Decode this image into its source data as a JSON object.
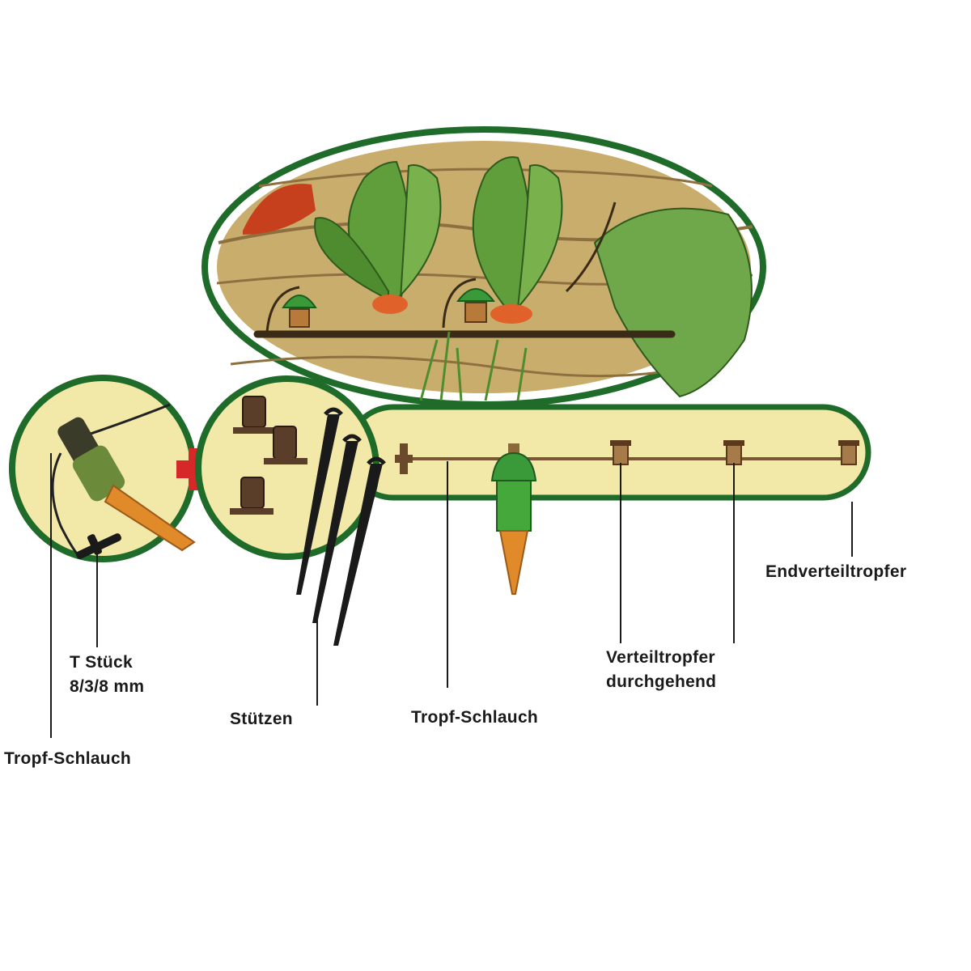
{
  "labels": {
    "t_stueck_line1": "T Stück",
    "t_stueck_line2": "8/3/8 mm",
    "tropf_schlauch_left": "Tropf-Schlauch",
    "stuetzen": "Stützen",
    "tropf_schlauch_center": "Tropf-Schlauch",
    "verteiltropfer_line1": "Verteiltropfer",
    "verteiltropfer_line2": "durchgehend",
    "endverteiltropfer": "Endverteiltropfer"
  },
  "colors": {
    "frame_green": "#1e6b2a",
    "panel_yellow": "#f2e8a8",
    "soil": "#b89a5c",
    "leaf": "#5f9e3a",
    "hose": "#6a4a2a",
    "cross_red": "#d62828",
    "dripper_green": "#3a9a3a",
    "spike_orange": "#e08a2a"
  },
  "icons": [
    "plus-cross-icon",
    "t-piece-icon",
    "stake-icon",
    "dripper-icon",
    "distributor-icon",
    "end-dripper-icon",
    "plant-icon"
  ]
}
